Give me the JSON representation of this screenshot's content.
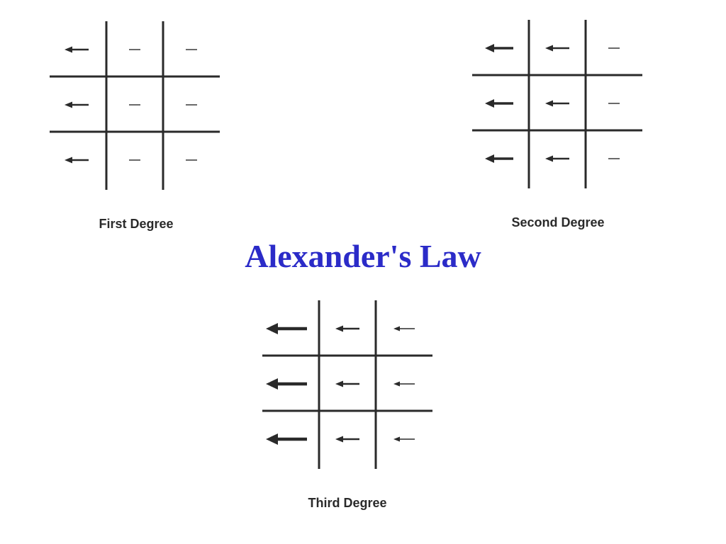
{
  "title": "Alexander's Law",
  "title_color": "#2b2bc8",
  "line_color": "#2a2a2a",
  "diagrams": [
    {
      "caption": "First Degree",
      "rows": [
        [
          "arrow-medium",
          "dash",
          "dash"
        ],
        [
          "arrow-medium",
          "dash",
          "dash"
        ],
        [
          "arrow-medium",
          "dash",
          "dash"
        ]
      ]
    },
    {
      "caption": "Second Degree",
      "rows": [
        [
          "arrow-large",
          "arrow-medium",
          "dash"
        ],
        [
          "arrow-large",
          "arrow-medium",
          "dash"
        ],
        [
          "arrow-large",
          "arrow-medium",
          "dash"
        ]
      ]
    },
    {
      "caption": "Third Degree",
      "rows": [
        [
          "arrow-xlarge",
          "arrow-medium",
          "arrow-small"
        ],
        [
          "arrow-xlarge",
          "arrow-medium",
          "arrow-small"
        ],
        [
          "arrow-xlarge",
          "arrow-medium",
          "arrow-small"
        ]
      ]
    }
  ]
}
